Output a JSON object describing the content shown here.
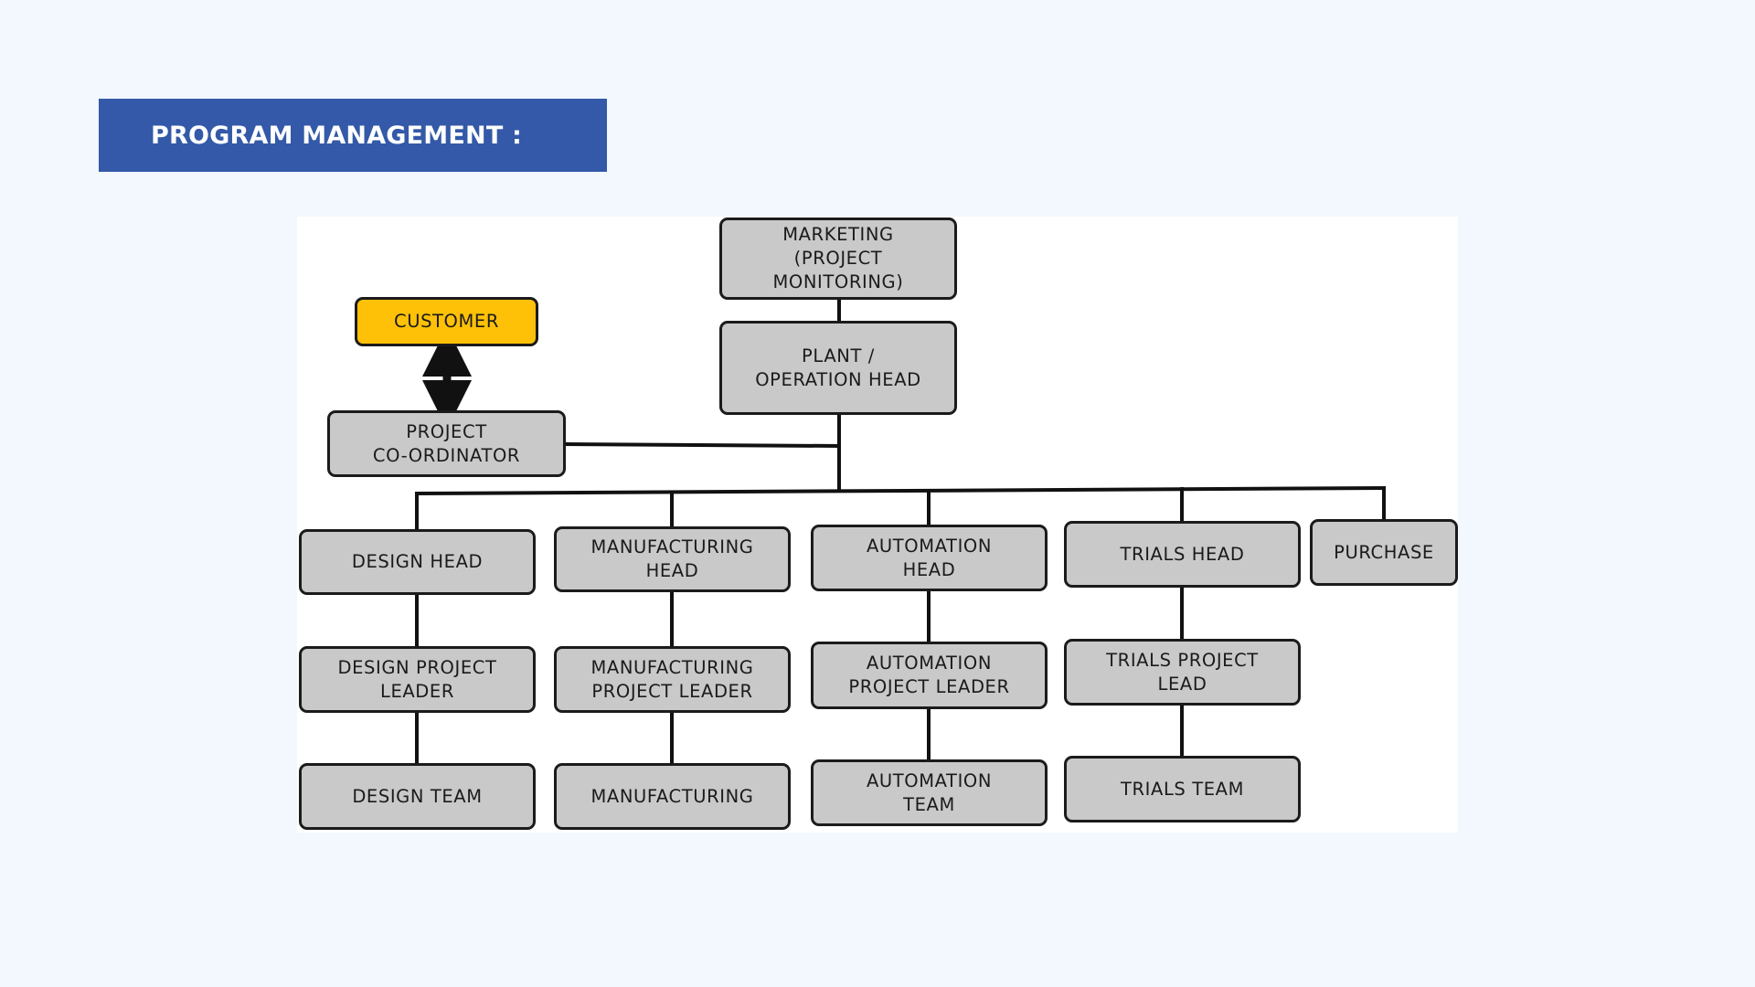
{
  "header": {
    "title": "PROGRAM MANAGEMENT :"
  },
  "colors": {
    "background": "#f3f7fe",
    "title_bar": "#3359a8",
    "title_text": "#ffffff",
    "node_fill": "#c9c9c9",
    "customer_fill": "#ffc107",
    "line": "#111111"
  },
  "org_chart": {
    "marketing": "MARKETING\n(PROJECT\nMONITORING)",
    "plant_head": "PLANT /\nOPERATION HEAD",
    "customer": "CUSTOMER",
    "project_coordinator": "PROJECT\nCO-ORDINATOR",
    "purchase": "PURCHASE",
    "columns": [
      {
        "head": "DESIGN HEAD",
        "leader": "DESIGN PROJECT\nLEADER",
        "team": "DESIGN TEAM"
      },
      {
        "head": "MANUFACTURING\nHEAD",
        "leader": "MANUFACTURING\nPROJECT LEADER",
        "team": "MANUFACTURING"
      },
      {
        "head": "AUTOMATION\nHEAD",
        "leader": "AUTOMATION\nPROJECT LEADER",
        "team": "AUTOMATION\nTEAM"
      },
      {
        "head": "TRIALS HEAD",
        "leader": "TRIALS PROJECT\nLEAD",
        "team": "TRIALS TEAM"
      }
    ]
  }
}
